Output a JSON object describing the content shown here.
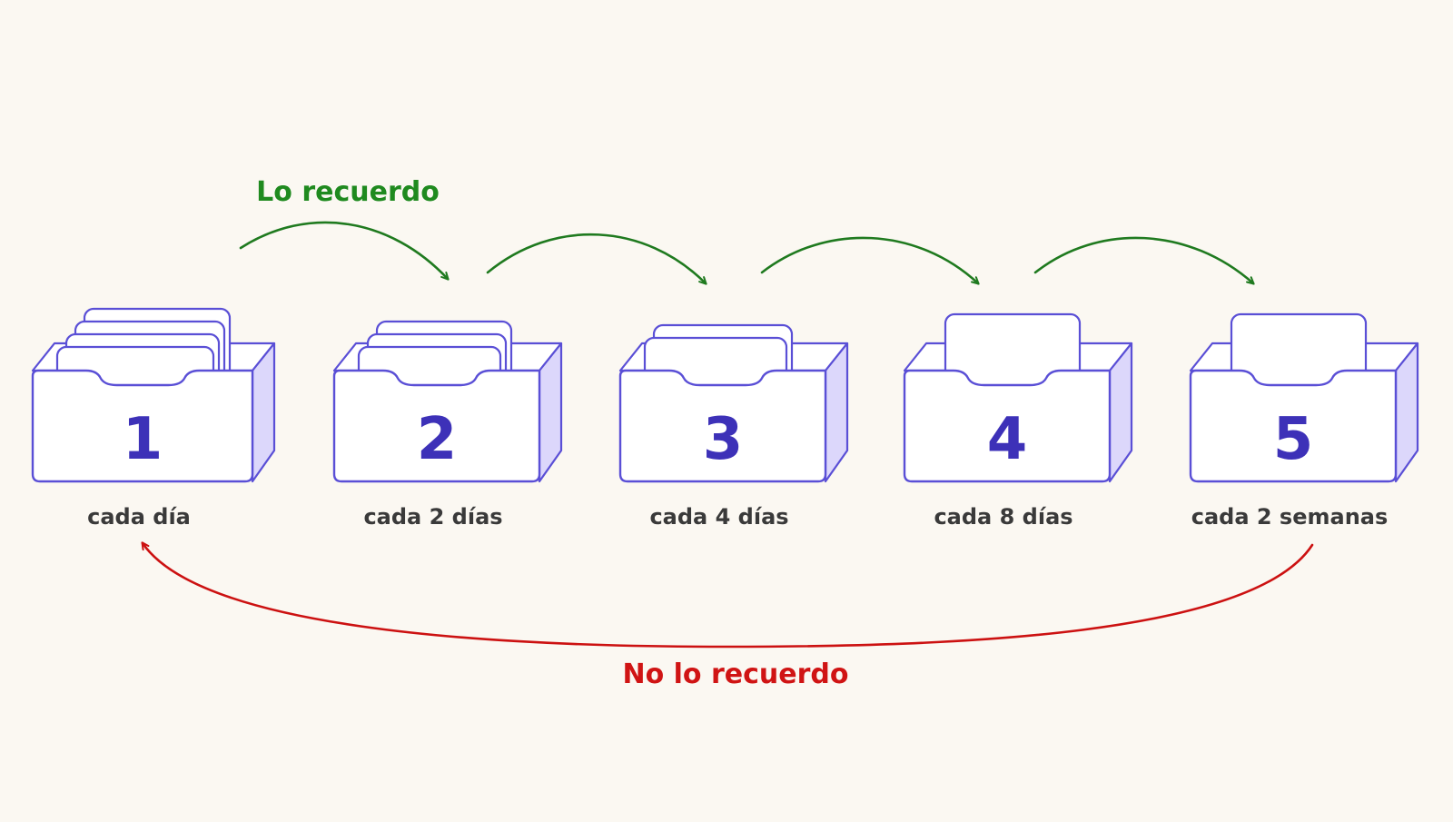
{
  "colors": {
    "background": "#fbf8f2",
    "box_stroke": "#5a4fd6",
    "box_side_fill": "#dcd7fb",
    "box_number": "#3d31b8",
    "label_text": "#3a3a3a",
    "success_arrow": "#1f7a1f",
    "success_text": "#1f8a1f",
    "failure_arrow": "#cc1111",
    "failure_text": "#d01414"
  },
  "boxes": [
    {
      "number": "1",
      "label": "cada día",
      "cards": 4
    },
    {
      "number": "2",
      "label": "cada 2 días",
      "cards": 3
    },
    {
      "number": "3",
      "label": "cada 4 días",
      "cards": 2
    },
    {
      "number": "4",
      "label": "cada 8 días",
      "cards": 1
    },
    {
      "number": "5",
      "label": "cada 2 semanas",
      "cards": 1
    }
  ],
  "success_label": "Lo recuerdo",
  "failure_label": "No lo recuerdo"
}
